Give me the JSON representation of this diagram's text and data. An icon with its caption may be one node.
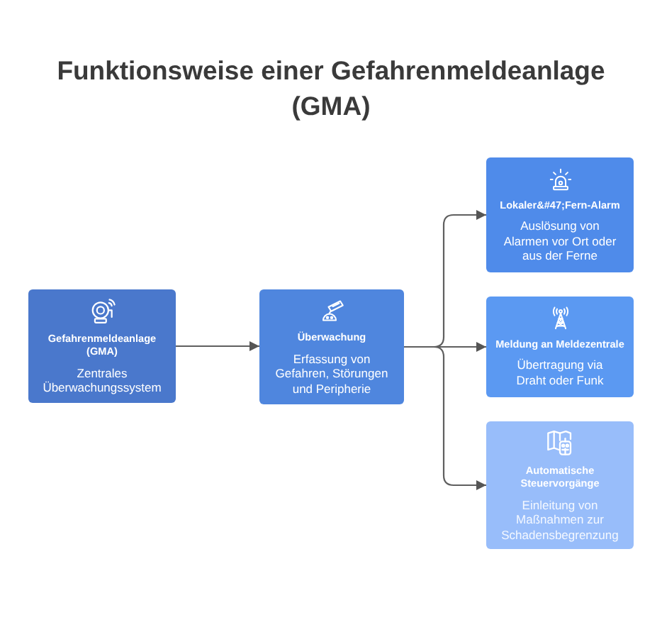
{
  "diagram": {
    "title": "Funktionsweise einer Gefahrenmeldeanlage (GMA)",
    "nodes": [
      {
        "text": [
          "Gefahrenmeldeanlage (GMA)",
          "Zentrales Überwachungssystem"
        ]
      },
      {
        "text": [
          "Überwachung",
          "Erfassung von Gefahren, Störungen und Peripherie"
        ]
      },
      {
        "text": [
          "Lokaler&#47;Fern-Alarm",
          "Auslösung von Alarmen vor Ort oder aus der Ferne"
        ]
      },
      {
        "text": [
          "Meldung an Meldezentrale",
          "Übertragung via Draht oder Funk"
        ]
      },
      {
        "text": [
          "Automatische Steuervorgänge",
          "Einleitung von Maßnahmen zur Schadensbegrenzung"
        ]
      }
    ],
    "edges": [
      {
        "from": 0,
        "to": 1,
        "arrow": "to"
      },
      {
        "from": 1,
        "to": 2,
        "arrow": "to"
      },
      {
        "from": 1,
        "to": 3,
        "arrow": "to"
      },
      {
        "from": 1,
        "to": 4,
        "arrow": "to"
      }
    ]
  }
}
